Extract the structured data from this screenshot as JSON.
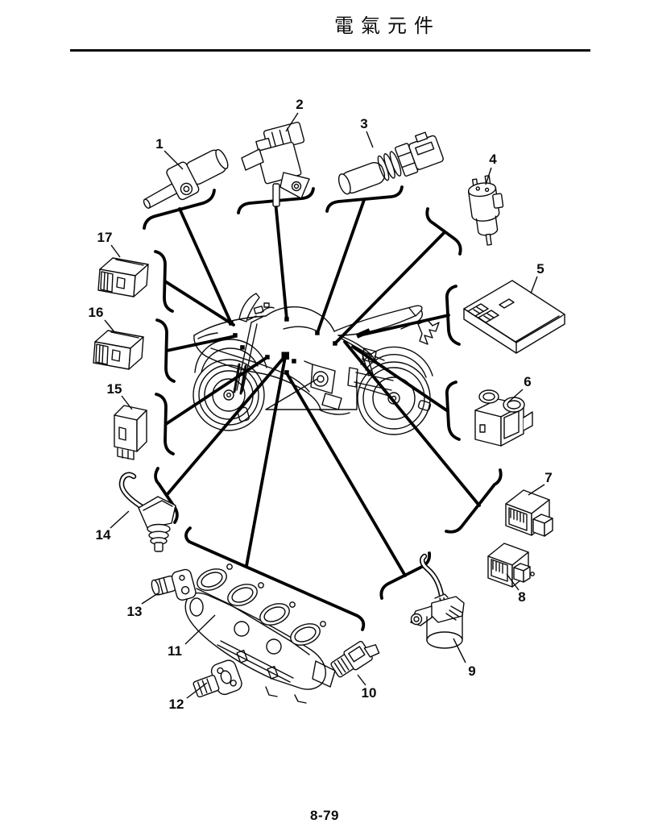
{
  "page": {
    "title": "電氣元件",
    "page_number": "8-79"
  },
  "diagram": {
    "callouts": [
      {
        "label": "1"
      },
      {
        "label": "2"
      },
      {
        "label": "3"
      },
      {
        "label": "4"
      },
      {
        "label": "5"
      },
      {
        "label": "6"
      },
      {
        "label": "7"
      },
      {
        "label": "8"
      },
      {
        "label": "9"
      },
      {
        "label": "10"
      },
      {
        "label": "11"
      },
      {
        "label": "12"
      },
      {
        "label": "13"
      },
      {
        "label": "14"
      },
      {
        "label": "15"
      },
      {
        "label": "16"
      },
      {
        "label": "17"
      }
    ]
  }
}
